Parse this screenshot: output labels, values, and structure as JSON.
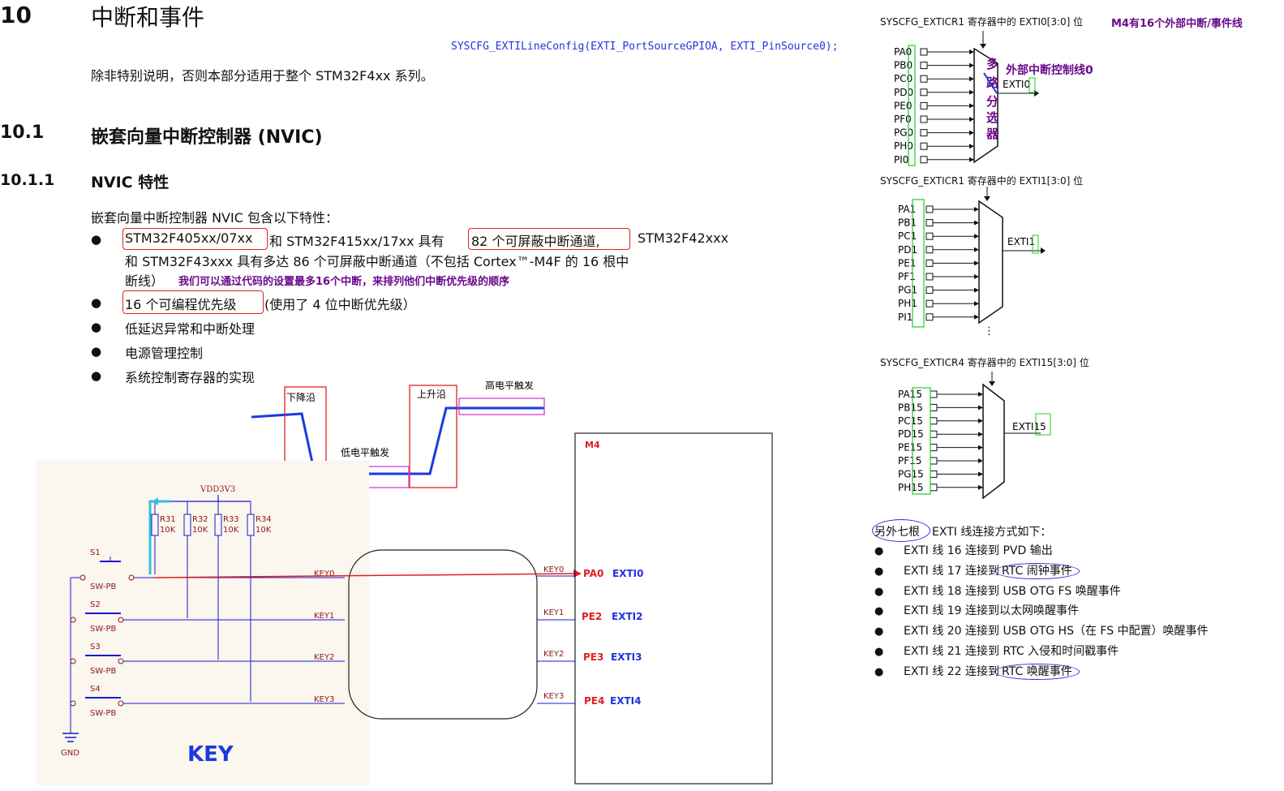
{
  "header": {
    "number": "10",
    "title": "中断和事件"
  },
  "code_line": "SYSCFG_EXTILineConfig(EXTI_PortSourceGPIOA, EXTI_PinSource0);",
  "intro": "除非特别说明，否则本部分适用于整个 STM32F4xx 系列。",
  "section": {
    "number": "10.1",
    "title": "嵌套向量中断控制器 (NVIC)"
  },
  "subsection": {
    "number": "10.1.1",
    "title": "NVIC 特性"
  },
  "features_intro": "嵌套向量中断控制器 NVIC 包含以下特性：",
  "features": {
    "f1_part1": "STM32F405xx/07xx",
    "f1_part2": "和 STM32F415xx/17xx 具有",
    "f1_part3": "82 个可屏蔽中断通道,",
    "f1_part4": "STM32F42xxx",
    "f1_line2": "和 STM32F43xxx 具有多达 86 个可屏蔽中断通道（不包括 Cortex™-M4F 的 16 根中",
    "f1_line3": "断线）",
    "f1_note": "我们可以通过代码的设置最多16个中断，来排列他们中断优先级的顺序",
    "f2_part1": "16 个可编程优先级",
    "f2_part2": "(使用了 4 位中断优先级）",
    "f3": "低延迟异常和中断处理",
    "f4": "电源管理控制",
    "f5": "系统控制寄存器的实现"
  },
  "waveform": {
    "falling": "下降沿",
    "rising": "上升沿",
    "low": "低电平触发",
    "high": "高电平触发"
  },
  "schematic": {
    "vdd": "VDD3V3",
    "gnd": "GND",
    "title": "KEY",
    "mcu": "M4",
    "resistors": [
      {
        "name": "R31",
        "value": "10K"
      },
      {
        "name": "R32",
        "value": "10K"
      },
      {
        "name": "R33",
        "value": "10K"
      },
      {
        "name": "R34",
        "value": "10K"
      }
    ],
    "switches": [
      {
        "name": "S1",
        "type": "SW-PB"
      },
      {
        "name": "S2",
        "type": "SW-PB"
      },
      {
        "name": "S3",
        "type": "SW-PB"
      },
      {
        "name": "S4",
        "type": "SW-PB"
      }
    ],
    "nets": [
      "KEY0",
      "KEY1",
      "KEY2",
      "KEY3"
    ],
    "pins": [
      {
        "pin": "PA0",
        "exti": "EXTI0"
      },
      {
        "pin": "PE2",
        "exti": "EXTI2"
      },
      {
        "pin": "PE3",
        "exti": "EXTI3"
      },
      {
        "pin": "PE4",
        "exti": "EXTI4"
      }
    ]
  },
  "right": {
    "top_caption": "SYSCFG_EXTICR1 寄存器中的 EXTI0[3:0] 位",
    "top_note": "M4有16个外部中断/事件线",
    "mux_label": "多路分选器",
    "line_note": "外部中断控制线0",
    "mux1": {
      "ports": [
        "PA0",
        "PB0",
        "PC0",
        "PD0",
        "PE0",
        "PF0",
        "PG0",
        "PH0",
        "PI0"
      ],
      "out": "EXTI0"
    },
    "caption2": "SYSCFG_EXTICR1 寄存器中的 EXTI1[3:0] 位",
    "mux2": {
      "ports": [
        "PA1",
        "PB1",
        "PC1",
        "PD1",
        "PE1",
        "PF1",
        "PG1",
        "PH1",
        "PI1"
      ],
      "out": "EXTI1"
    },
    "caption3": "SYSCFG_EXTICR4 寄存器中的 EXTI15[3:0] 位",
    "mux3": {
      "ports": [
        "PA15",
        "PB15",
        "PC15",
        "PD15",
        "PE15",
        "PF15",
        "PG15",
        "PH15"
      ],
      "out": "EXTI15"
    },
    "other_circled": "另外七根",
    "other_rest": "EXTI 线连接方式如下：",
    "lines": [
      {
        "a": "EXTI 线 16 连接到 PVD 输出",
        "b": ""
      },
      {
        "a": "EXTI 线 17 连接到",
        "b": "RTC 闹钟事件"
      },
      {
        "a": "EXTI 线 18 连接到 USB OTG FS 唤醒事件",
        "b": ""
      },
      {
        "a": "EXTI 线 19 连接到以太网唤醒事件",
        "b": ""
      },
      {
        "a": "EXTI 线 20 连接到 USB OTG HS（在 FS 中配置）唤醒事件",
        "b": ""
      },
      {
        "a": "EXTI 线 21 连接到 RTC 入侵和时间戳事件",
        "b": ""
      },
      {
        "a": "EXTI 线 22 连接到",
        "b": "RTC 唤醒事件"
      }
    ]
  },
  "colors": {
    "red": "#e02020",
    "blue": "#2233dd",
    "purple": "#6a0a8a",
    "green": "#22cc22",
    "wave": "#1a3adf",
    "magenta": "#d040d0"
  }
}
